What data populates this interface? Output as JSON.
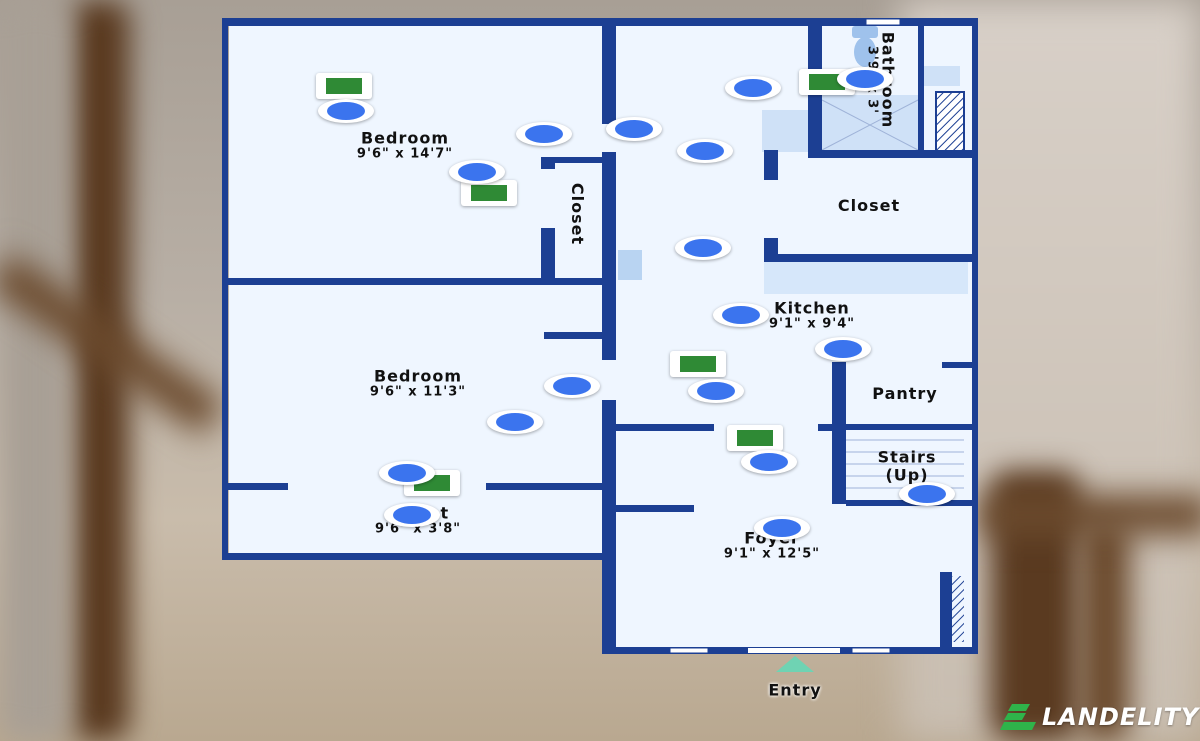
{
  "rooms": {
    "bedroom1": {
      "name": "Bedroom",
      "dims": "9'6\" x 14'7\""
    },
    "bedroom2": {
      "name": "Bedroom",
      "dims": "9'6\" x 11'3\""
    },
    "closet_left": {
      "name": "Closet"
    },
    "closet_small": {
      "name": "Closet",
      "dims": "9'6\" x 3'8\""
    },
    "closet_right": {
      "name": "Closet"
    },
    "bathroom": {
      "name": "Bathroom",
      "dims": "3'9\" x 3'"
    },
    "kitchen": {
      "name": "Kitchen",
      "dims": "9'1\" x 9'4\""
    },
    "pantry": {
      "name": "Pantry"
    },
    "stairs_line1": "Stairs",
    "stairs_line2": "(Up)",
    "foyer": {
      "name": "Foyer",
      "dims": "9'1\" x 12'5\""
    }
  },
  "entry_label": "Entry",
  "brand": "LANDELITY",
  "colors": {
    "wall": "#1c3f93",
    "floor": "#eff6ff",
    "marker": "#3b74ee",
    "camera": "#2f8a35",
    "entry": "#6fd3b3"
  }
}
